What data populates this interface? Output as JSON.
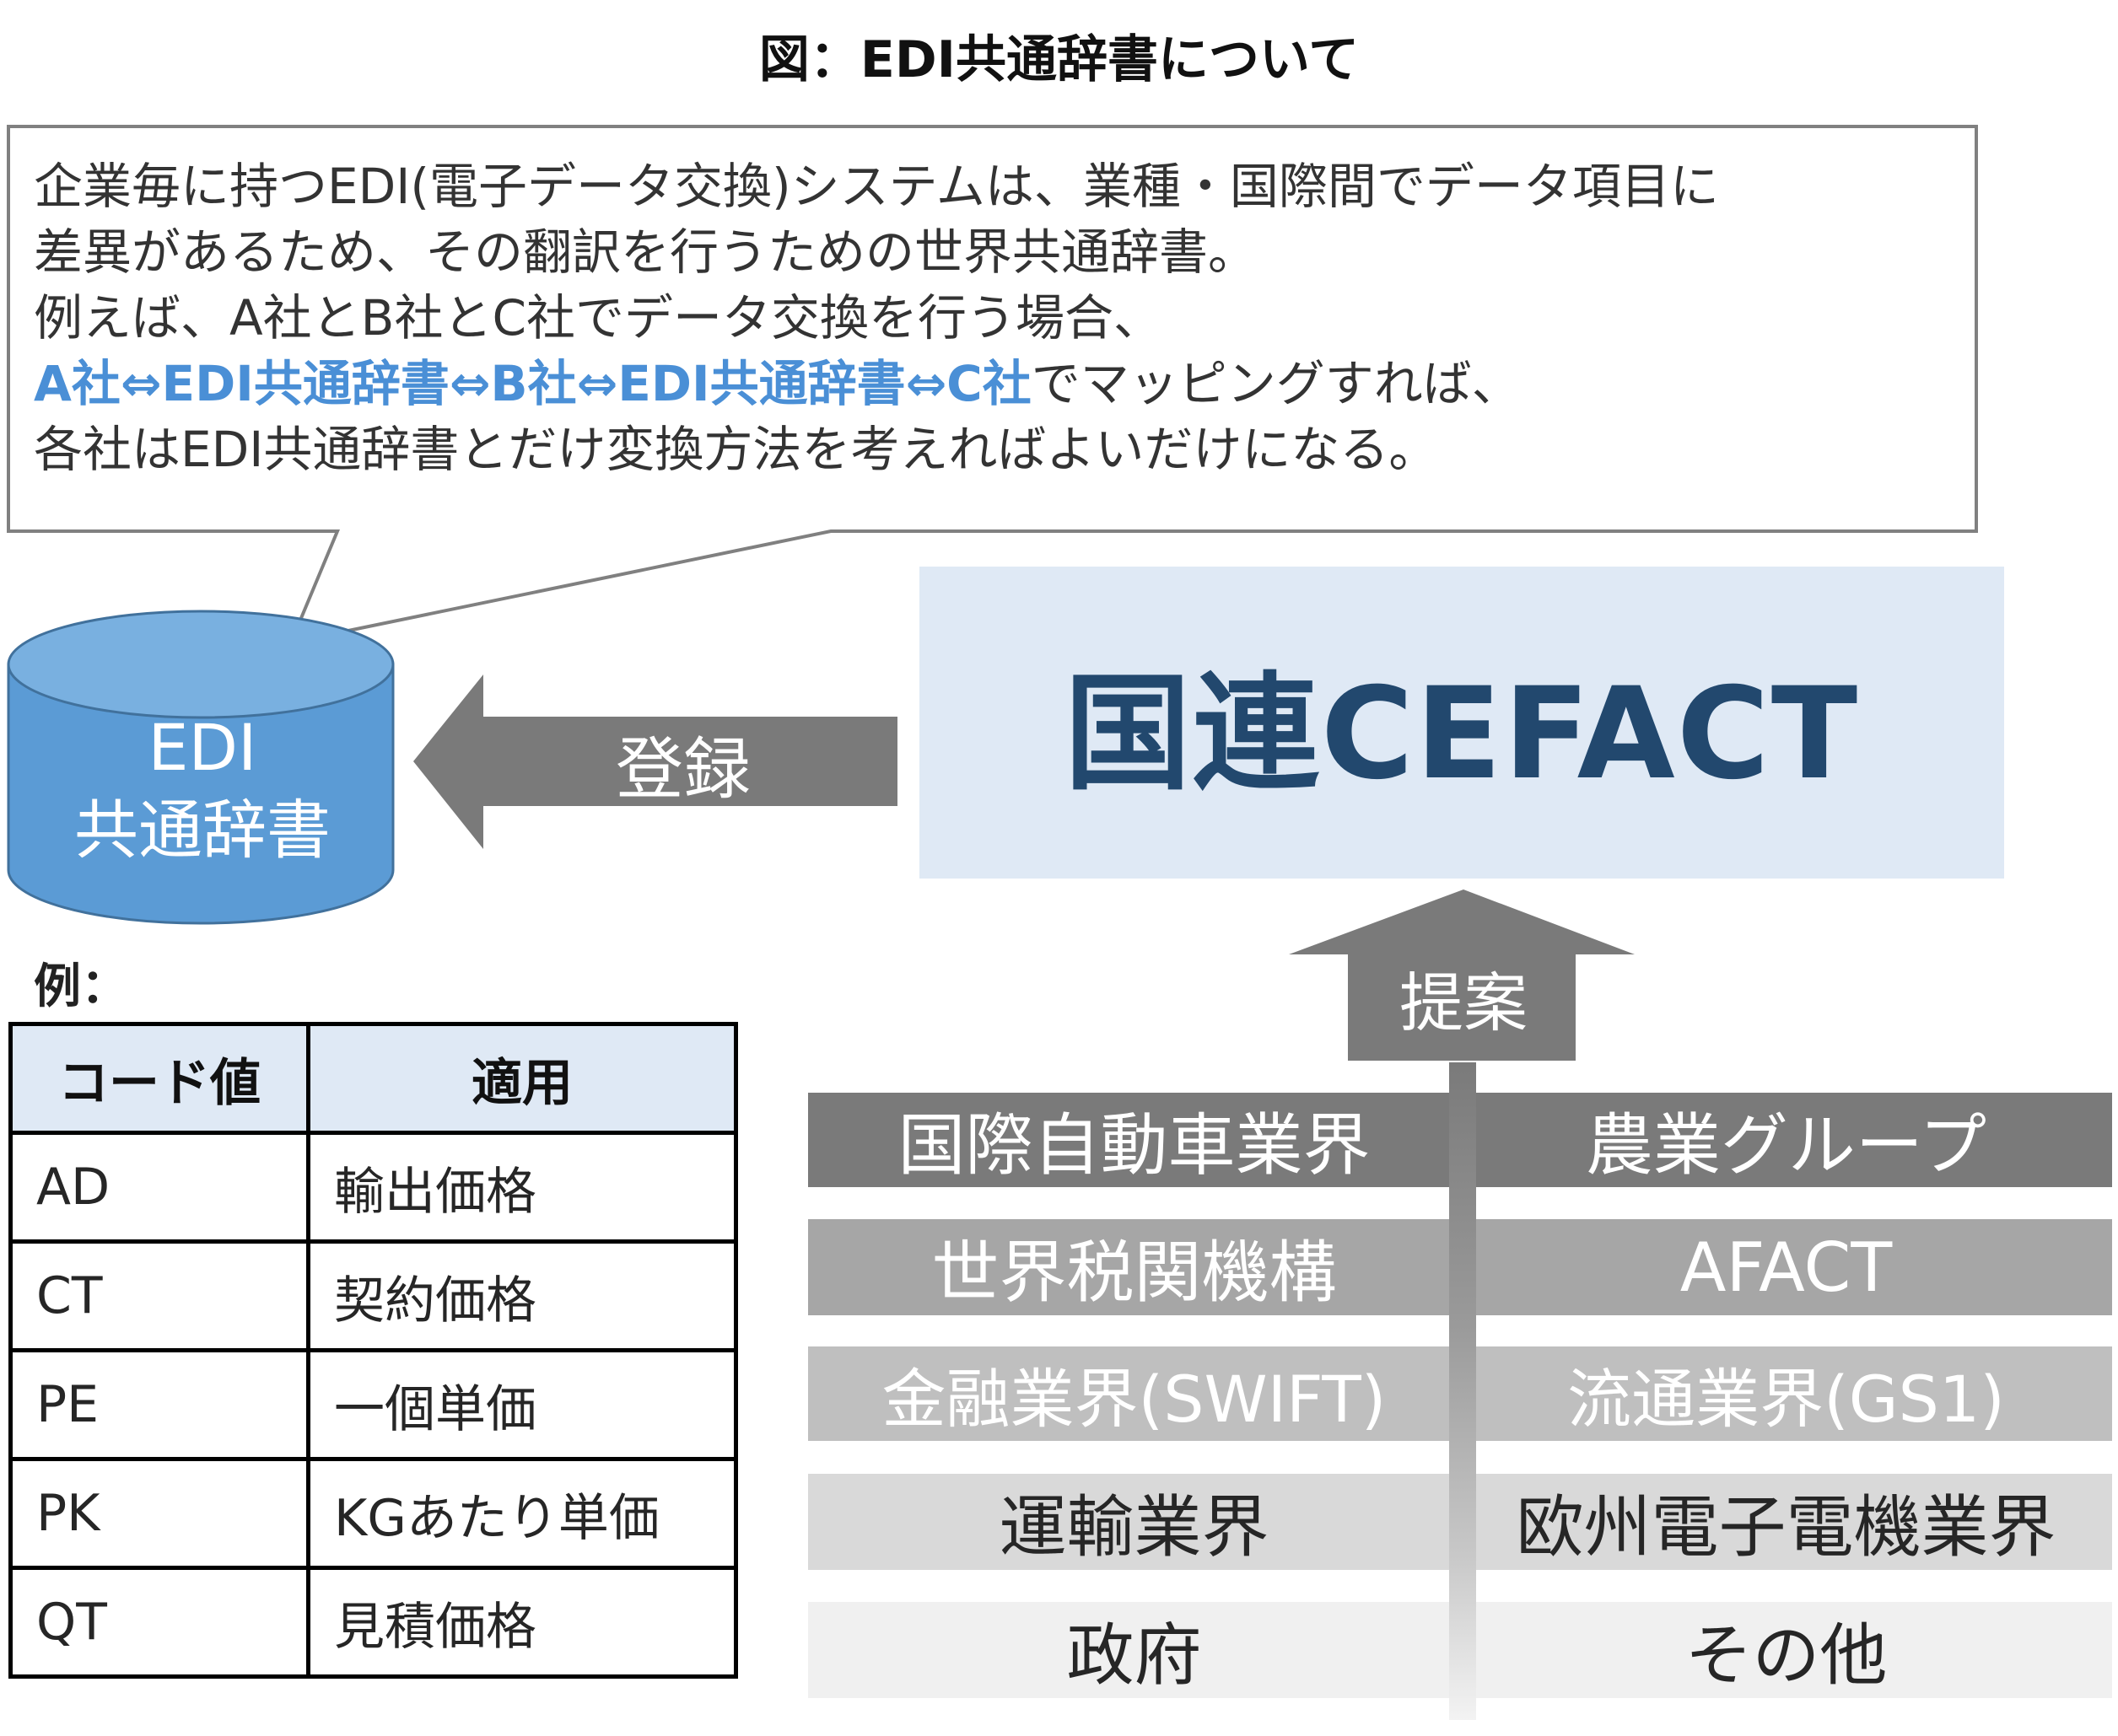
{
  "title": "図：EDI共通辞書について",
  "callout": {
    "line1": "企業毎に持つEDI(電子データ交換)システムは、業種・国際間でデータ項目に",
    "line2": "差異があるため、その翻訳を行うための世界共通辞書。",
    "line3": "例えば、A社とB社とC社でデータ交換を行う場合、",
    "line4_highlight": "A社⇔EDI共通辞書⇔B社⇔EDI共通辞書⇔C社",
    "line4_rest": "でマッピングすれば、",
    "line5": "各社はEDI共通辞書とだけ変換方法を考えればよいだけになる。"
  },
  "database": {
    "line1": "EDI",
    "line2": "共通辞書",
    "color": "#5b9bd5"
  },
  "register_arrow": {
    "label": "登録",
    "color": "#7a7a7a"
  },
  "cefact": {
    "label": "国連CEFACT",
    "background": "#dfe9f5",
    "text_color": "#22486e"
  },
  "propose_arrow": {
    "label": "提案",
    "color": "#7a7a7a"
  },
  "organizations": [
    {
      "left": "国際自動車業界",
      "right": "農業グループ"
    },
    {
      "left": "世界税関機構",
      "right": "AFACT"
    },
    {
      "left": "金融業界(SWIFT)",
      "right": "流通業界(GS1)"
    },
    {
      "left": "運輸業界",
      "right": "欧州電子電機業界"
    },
    {
      "left": "政府",
      "right": "その他"
    }
  ],
  "example": {
    "label": "例：",
    "headers": [
      "コード値",
      "適用"
    ],
    "rows": [
      [
        "AD",
        "輸出価格"
      ],
      [
        "CT",
        "契約価格"
      ],
      [
        "PE",
        "一個単価"
      ],
      [
        "PK",
        "KGあたり単価"
      ],
      [
        "QT",
        "見積価格"
      ]
    ]
  }
}
